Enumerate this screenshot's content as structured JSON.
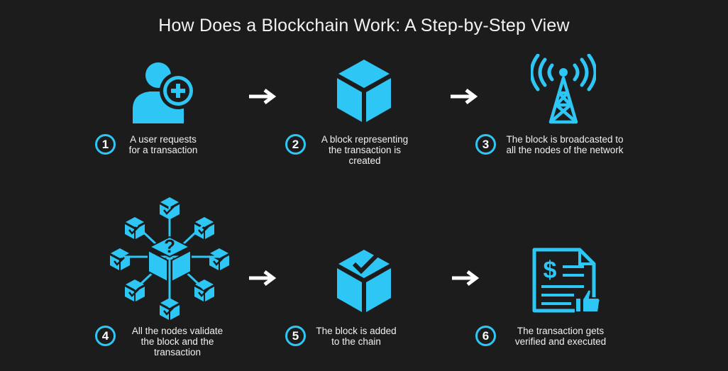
{
  "title": "How Does a Blockchain Work: A Step-by-Step View",
  "accent_color": "#2ec6f4",
  "steps": [
    {
      "number": "1",
      "text": "A user requests for a transaction",
      "icon": "user-add-icon"
    },
    {
      "number": "2",
      "text": "A block representing the transaction is created",
      "icon": "block-cube-icon"
    },
    {
      "number": "3",
      "text": "The block is broadcasted to all the nodes of the network",
      "icon": "broadcast-tower-icon"
    },
    {
      "number": "4",
      "text": "All the nodes validate the block and the transaction",
      "icon": "node-network-icon"
    },
    {
      "number": "5",
      "text": "The block is added to the chain",
      "icon": "verified-block-icon"
    },
    {
      "number": "6",
      "text": "The transaction gets verified and executed",
      "icon": "invoice-approved-icon"
    }
  ]
}
